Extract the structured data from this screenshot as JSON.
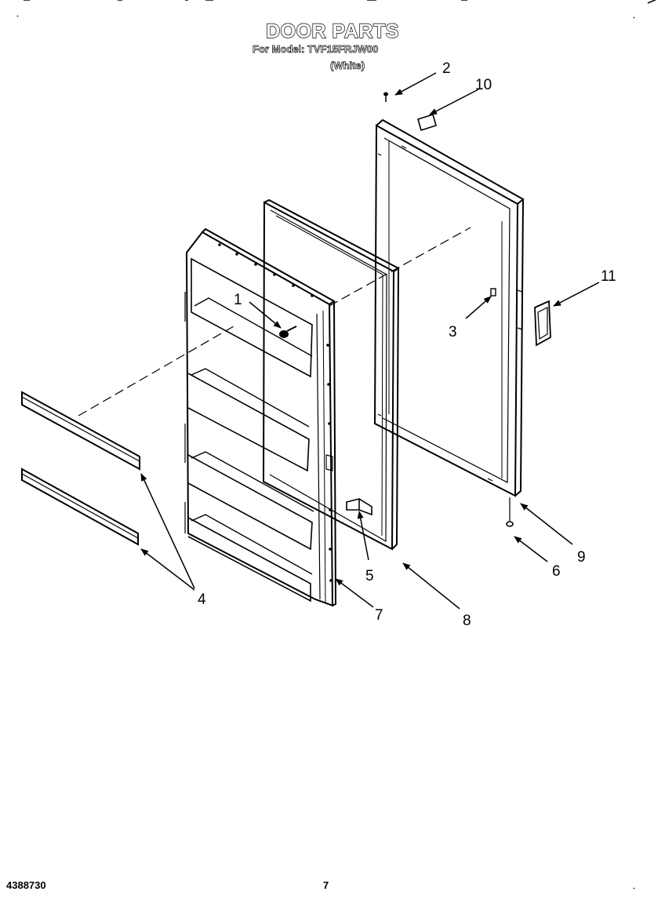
{
  "header": {
    "title": "DOOR PARTS",
    "model_line": "For Model: TVF15FRJW00",
    "color_line": "(White)"
  },
  "callouts": {
    "c1": "1",
    "c2": "2",
    "c3": "3",
    "c4": "4",
    "c5": "5",
    "c6": "6",
    "c7": "7",
    "c8": "8",
    "c9": "9",
    "c10": "10",
    "c11": "11"
  },
  "footer": {
    "doc_number": "4388730",
    "page_number": "7"
  }
}
